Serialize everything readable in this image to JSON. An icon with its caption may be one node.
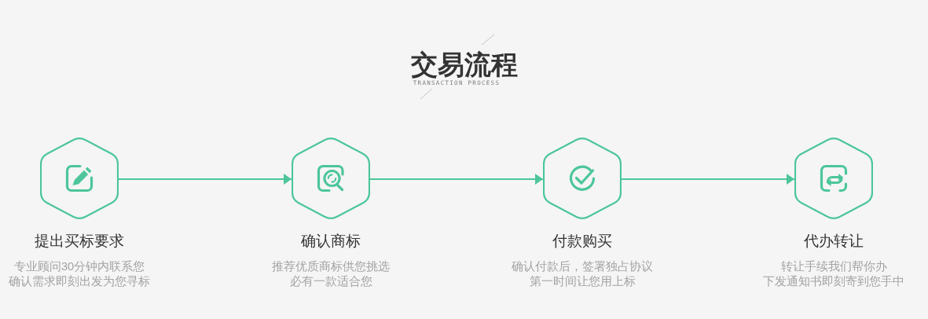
{
  "diagram": {
    "title": "交易流程",
    "nodes": [
      {
        "text": [
          "提出买标要求",
          "专业顾问30分钟内联系您确认需求即刻出发为您寻标"
        ]
      },
      {
        "text": [
          "确认商标",
          "推荐优质商标供您挑选必有一款适合您"
        ]
      },
      {
        "text": [
          "付款购买",
          "确认付款后，签署独占协议第一时间让您用上标"
        ]
      },
      {
        "text": [
          "代办转让",
          "转让手续我们帮你办下发通知书即刻寄到您手中"
        ]
      }
    ],
    "edges": [
      {
        "from": 0,
        "to": 1,
        "arrow": "to"
      },
      {
        "from": 1,
        "to": 2,
        "arrow": "to"
      },
      {
        "from": 2,
        "to": 3,
        "arrow": "to"
      }
    ],
    "labels": [
      "TRANSACTION PROCESS"
    ]
  }
}
